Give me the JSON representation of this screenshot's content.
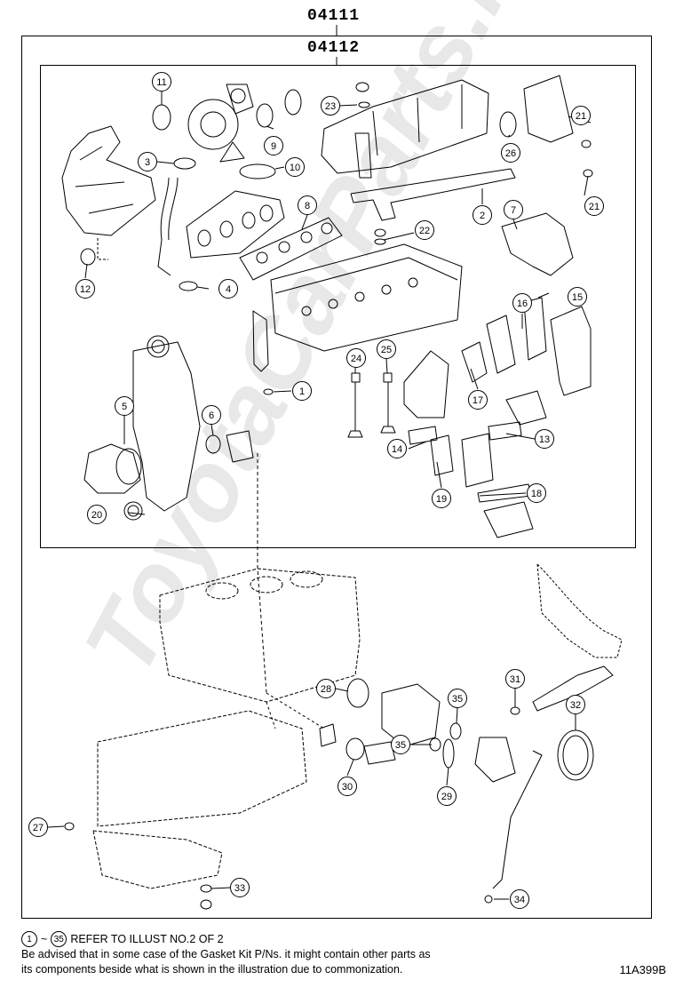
{
  "codes": {
    "outer": "04111",
    "inner": "04112"
  },
  "callouts": [
    "1",
    "2",
    "3",
    "4",
    "5",
    "6",
    "7",
    "8",
    "9",
    "10",
    "11",
    "12",
    "13",
    "14",
    "15",
    "16",
    "17",
    "18",
    "19",
    "20",
    "21",
    "21",
    "22",
    "23",
    "24",
    "25",
    "26",
    "27",
    "28",
    "29",
    "30",
    "31",
    "32",
    "33",
    "34",
    "35",
    "35"
  ],
  "footnote": {
    "range_start": "1",
    "range_sep": "~",
    "range_end": "35",
    "ref_text": "REFER TO ILLUST NO.2 OF 2",
    "line2": "Be advised that in some case of the Gasket Kit P/Ns.  it might contain other parts as",
    "line3": "its components beside what is shown in the illustration due to commonization."
  },
  "figure_id": "11A399B",
  "watermark": "ToyotaCarParts.ru"
}
